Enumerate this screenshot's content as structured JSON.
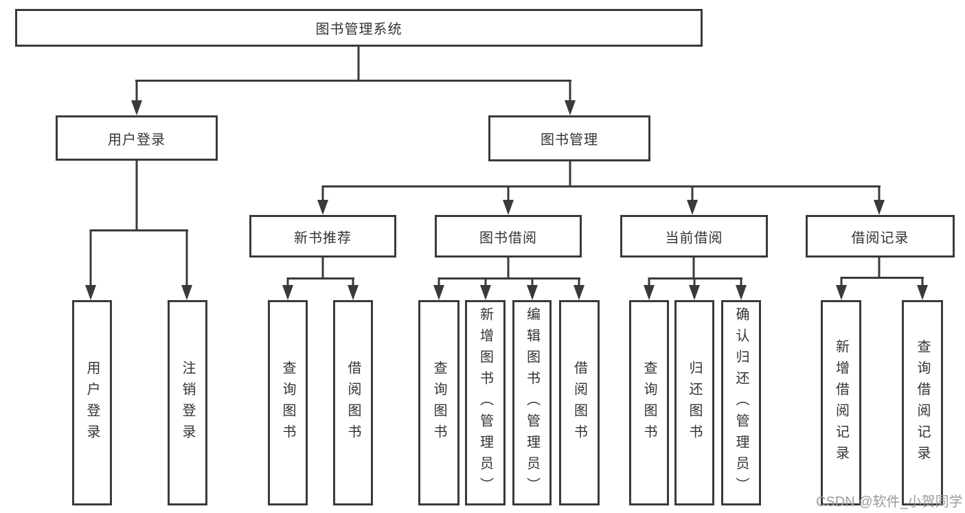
{
  "diagram": {
    "root_label": "图书管理系统",
    "level2_labels": [
      "用户登录",
      "图书管理"
    ],
    "level3_labels": [
      "新书推荐",
      "图书借阅",
      "当前借阅",
      "借阅记录"
    ],
    "leaf_labels": [
      "用户登录",
      "注销登录",
      "查询图书",
      "借阅图书",
      "查询图书",
      "新增图书（管理员）",
      "编辑图书（管理员）",
      "借阅图书",
      "查询图书",
      "归还图书",
      "确认归还（管理员）",
      "新增借阅记录",
      "查询借阅记录"
    ]
  },
  "watermark": {
    "text": "CSDN @软件_小贺同学",
    "color": "#9b9b9b"
  },
  "colors": {
    "line": "#3a3a3a",
    "box_border": "#3a3a3a",
    "text": "#333333",
    "background": "#ffffff"
  }
}
